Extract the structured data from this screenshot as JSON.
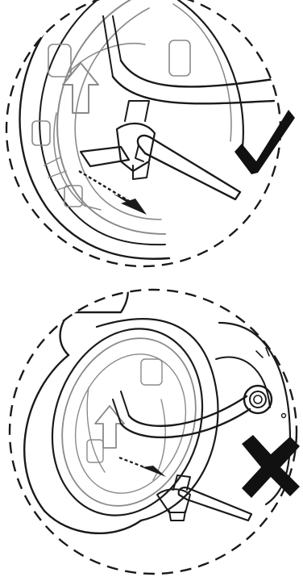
{
  "figure": {
    "panels": [
      {
        "id": "correct",
        "verdict_icon": "check-mark-icon",
        "verdict": "correct",
        "verdict_color": "#111111"
      },
      {
        "id": "incorrect",
        "verdict_icon": "cross-mark-icon",
        "verdict": "incorrect",
        "verdict_color": "#111111"
      }
    ],
    "line_color": "#1a1a1a",
    "detail_color": "#8a8a8a"
  }
}
